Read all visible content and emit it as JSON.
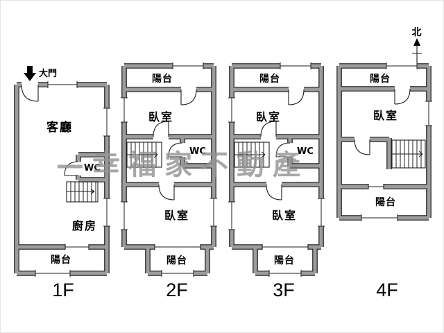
{
  "watermark": {
    "dash": "—",
    "text": "幸福家不動產"
  },
  "north": {
    "label": "北"
  },
  "colors": {
    "wall_fill": "#9c9c9c",
    "wall_edge": "#1c1c1c",
    "watermark": "#949494"
  },
  "floors": [
    {
      "label": "1F",
      "entry": "大門",
      "rooms": {
        "living": "客廳",
        "wc": "WC",
        "kitchen": "廚房",
        "balcony": "陽台"
      }
    },
    {
      "label": "2F",
      "rooms": {
        "balcony_top": "陽台",
        "bedroom_top": "臥室",
        "wc": "WC",
        "bedroom_bottom": "臥室",
        "balcony_bottom": "陽台"
      }
    },
    {
      "label": "3F",
      "rooms": {
        "balcony_top": "陽台",
        "bedroom_top": "臥室",
        "wc": "WC",
        "bedroom_bottom": "臥室",
        "balcony_bottom": "陽台"
      }
    },
    {
      "label": "4F",
      "rooms": {
        "balcony_top": "陽台",
        "bedroom": "臥室",
        "balcony_bottom": "陽台"
      }
    }
  ]
}
